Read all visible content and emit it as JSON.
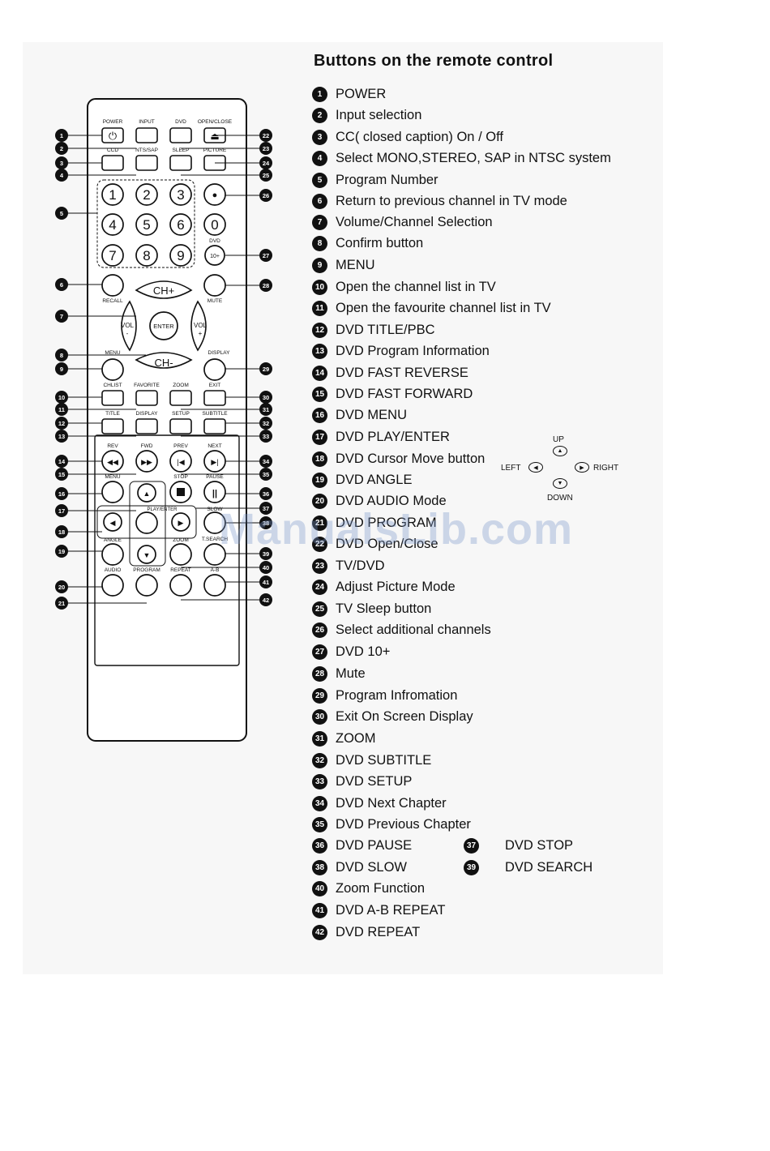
{
  "heading": "Buttons on the remote control",
  "watermark": "ManualsLib.com",
  "items": [
    {
      "n": "1",
      "text": "POWER"
    },
    {
      "n": "2",
      "text": "Input selection"
    },
    {
      "n": "3",
      "text": "CC( closed caption) On / Off"
    },
    {
      "n": "4",
      "text": "Select MONO,STEREO, SAP in NTSC system"
    },
    {
      "n": "5",
      "text": "Program Number"
    },
    {
      "n": "6",
      "text": "Return to previous channel in TV mode"
    },
    {
      "n": "7",
      "text": "Volume/Channel Selection"
    },
    {
      "n": "8",
      "text": "Confirm button"
    },
    {
      "n": "9",
      "text": "MENU"
    },
    {
      "n": "10",
      "text": "Open the channel list in TV"
    },
    {
      "n": "11",
      "text": "Open the favourite channel list in TV"
    },
    {
      "n": "12",
      "text": "DVD TITLE/PBC"
    },
    {
      "n": "13",
      "text": "DVD Program Information"
    },
    {
      "n": "14",
      "text": "DVD FAST REVERSE"
    },
    {
      "n": "15",
      "text": "DVD FAST FORWARD"
    },
    {
      "n": "16",
      "text": "DVD MENU"
    },
    {
      "n": "17",
      "text": "DVD PLAY/ENTER"
    },
    {
      "n": "18",
      "text": "DVD Cursor Move button"
    },
    {
      "n": "19",
      "text": "DVD ANGLE"
    },
    {
      "n": "20",
      "text": "DVD AUDIO Mode"
    },
    {
      "n": "21",
      "text": "DVD PROGRAM"
    },
    {
      "n": "22",
      "text": "DVD Open/Close"
    },
    {
      "n": "23",
      "text": "TV/DVD"
    },
    {
      "n": "24",
      "text": "Adjust Picture Mode"
    },
    {
      "n": "25",
      "text": "TV Sleep button"
    },
    {
      "n": "26",
      "text": "Select additional channels"
    },
    {
      "n": "27",
      "text": "DVD 10+"
    },
    {
      "n": "28",
      "text": "Mute"
    },
    {
      "n": "29",
      "text": "Program Infromation"
    },
    {
      "n": "30",
      "text": "Exit On Screen Display"
    },
    {
      "n": "31",
      "text": "ZOOM"
    },
    {
      "n": "32",
      "text": "DVD SUBTITLE"
    },
    {
      "n": "33",
      "text": "DVD SETUP"
    },
    {
      "n": "34",
      "text": "DVD Next Chapter"
    },
    {
      "n": "35",
      "text": "DVD Previous Chapter"
    },
    {
      "n": "36",
      "text": "DVD PAUSE"
    },
    {
      "n": "37",
      "text": "DVD STOP"
    },
    {
      "n": "38",
      "text": "DVD SLOW"
    },
    {
      "n": "39",
      "text": "DVD SEARCH"
    },
    {
      "n": "40",
      "text": "Zoom Function"
    },
    {
      "n": "41",
      "text": "DVD A-B REPEAT"
    },
    {
      "n": "42",
      "text": "DVD REPEAT"
    }
  ],
  "cursor_diagram": {
    "up": "UP",
    "down": "DOWN",
    "left": "LEFT",
    "right": "RIGHT"
  },
  "remote": {
    "top_labels": [
      "POWER",
      "INPUT",
      "DVD",
      "OPEN/CLOSE"
    ],
    "row2_labels": [
      "CCD",
      "NTS/SAP",
      "SLEEP",
      "PICTURE"
    ],
    "digits": [
      "1",
      "2",
      "3",
      "4",
      "5",
      "6",
      "0",
      "7",
      "8",
      "9"
    ],
    "dot": "●",
    "labels": {
      "tenplus_top": "DVD",
      "tenplus": "10+",
      "recall": "RECALL",
      "mute": "MUTE",
      "chp": "CH+",
      "chm": "CH-",
      "volm": "VOL",
      "volp": "VOL",
      "volm_sign": "-",
      "volp_sign": "+",
      "enter": "ENTER",
      "menu": "MENU",
      "display": "DISPLAY",
      "chlist": "CHLIST",
      "favorite": "FAVORITE",
      "zoom": "ZOOM",
      "exit": "EXIT",
      "title": "TITLE",
      "display2": "DISPLAY",
      "setup": "SETUP",
      "subtitle": "SUBTITLE",
      "rev": "REV",
      "fwd": "FWD",
      "prev": "PREV",
      "next": "NEXT",
      "dvd_menu": "MENU",
      "stop": "STOP",
      "pause": "PAUSE",
      "slow": "SLOW",
      "play_enter": "PLAY/ENTER",
      "tsearch": "T.SEARCH",
      "angle": "ANGLE",
      "zoom2": "ZOOM",
      "audio": "AUDIO",
      "program": "PROGRAM",
      "repeat": "REPEAT",
      "ab": "A-B"
    },
    "left_callouts": [
      "1",
      "2",
      "3",
      "4",
      "5",
      "6",
      "7",
      "8",
      "9",
      "10",
      "11",
      "12",
      "13",
      "14",
      "15",
      "16",
      "17",
      "18",
      "19",
      "20",
      "21"
    ],
    "right_callouts": [
      "22",
      "23",
      "24",
      "25",
      "26",
      "27",
      "28",
      "29",
      "30",
      "31",
      "32",
      "33",
      "34",
      "35",
      "36",
      "37",
      "38",
      "39",
      "40",
      "41",
      "42"
    ]
  }
}
